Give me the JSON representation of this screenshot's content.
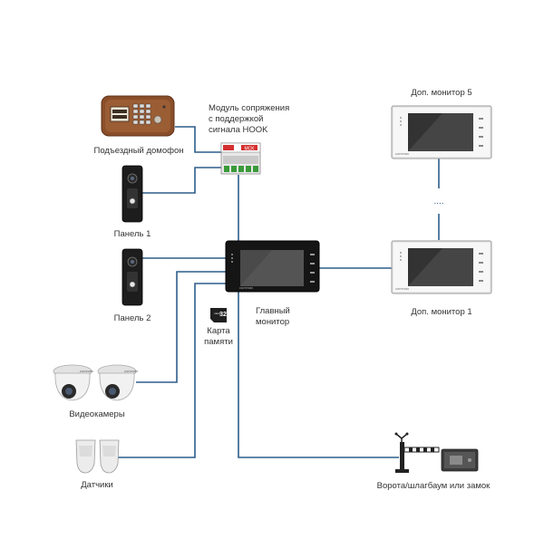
{
  "diagram": {
    "line_color": "#2d5d8a",
    "labels": {
      "intercom": "Подъездный домофон",
      "module": "Модуль сопряжения\nс поддержкой\nсигнала HOOK",
      "panel1": "Панель 1",
      "panel2": "Панель 2",
      "main_monitor": "Главный\nмонитор",
      "memory_card": "Карта\nпамяти",
      "ext_monitor5": "Доп. монитор 5",
      "ext_monitor1": "Доп. монитор 1",
      "cameras": "Видеокамеры",
      "sensors": "Датчики",
      "gate": "Ворота/шлагбаум или замок",
      "ellipsis": "....",
      "card_capacity": "32",
      "card_brand": "micro",
      "module_badge": "MCK",
      "monitor_brand": "commax"
    }
  }
}
